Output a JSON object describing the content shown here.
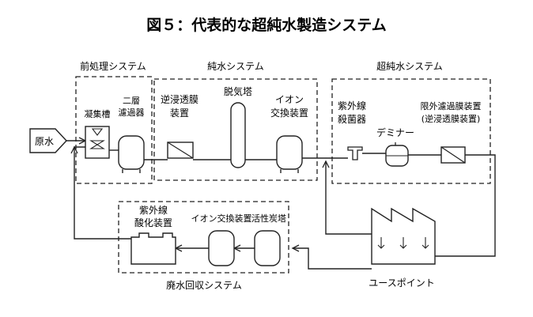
{
  "title": "図５：代表的な超純水製造システム",
  "systems": {
    "pretreatment": "前処理システム",
    "pure_water": "純水システム",
    "ultrapure": "超純水システム",
    "wastewater_recovery": "廃水回収システム"
  },
  "components": {
    "raw_water": "原水",
    "coagulation_tank": "凝集槽",
    "two_layer_filter": [
      "二層",
      "濾過器"
    ],
    "reverse_osmosis": [
      "逆浸透膜",
      "装置"
    ],
    "degassing_tower": "脱気塔",
    "ion_exchange": [
      "イオン",
      "交換装置"
    ],
    "uv_sterilizer": [
      "紫外線",
      "殺菌器"
    ],
    "deminer": "デミナー",
    "ultrafiltration": [
      "限外濾過膜装置",
      "(逆浸透膜装置)"
    ],
    "uv_oxidation": [
      "紫外線",
      "酸化装置"
    ],
    "ion_exchange_recovery": "イオン交換装置",
    "activated_carbon": "活性炭塔",
    "use_point": "ユースポイント"
  }
}
